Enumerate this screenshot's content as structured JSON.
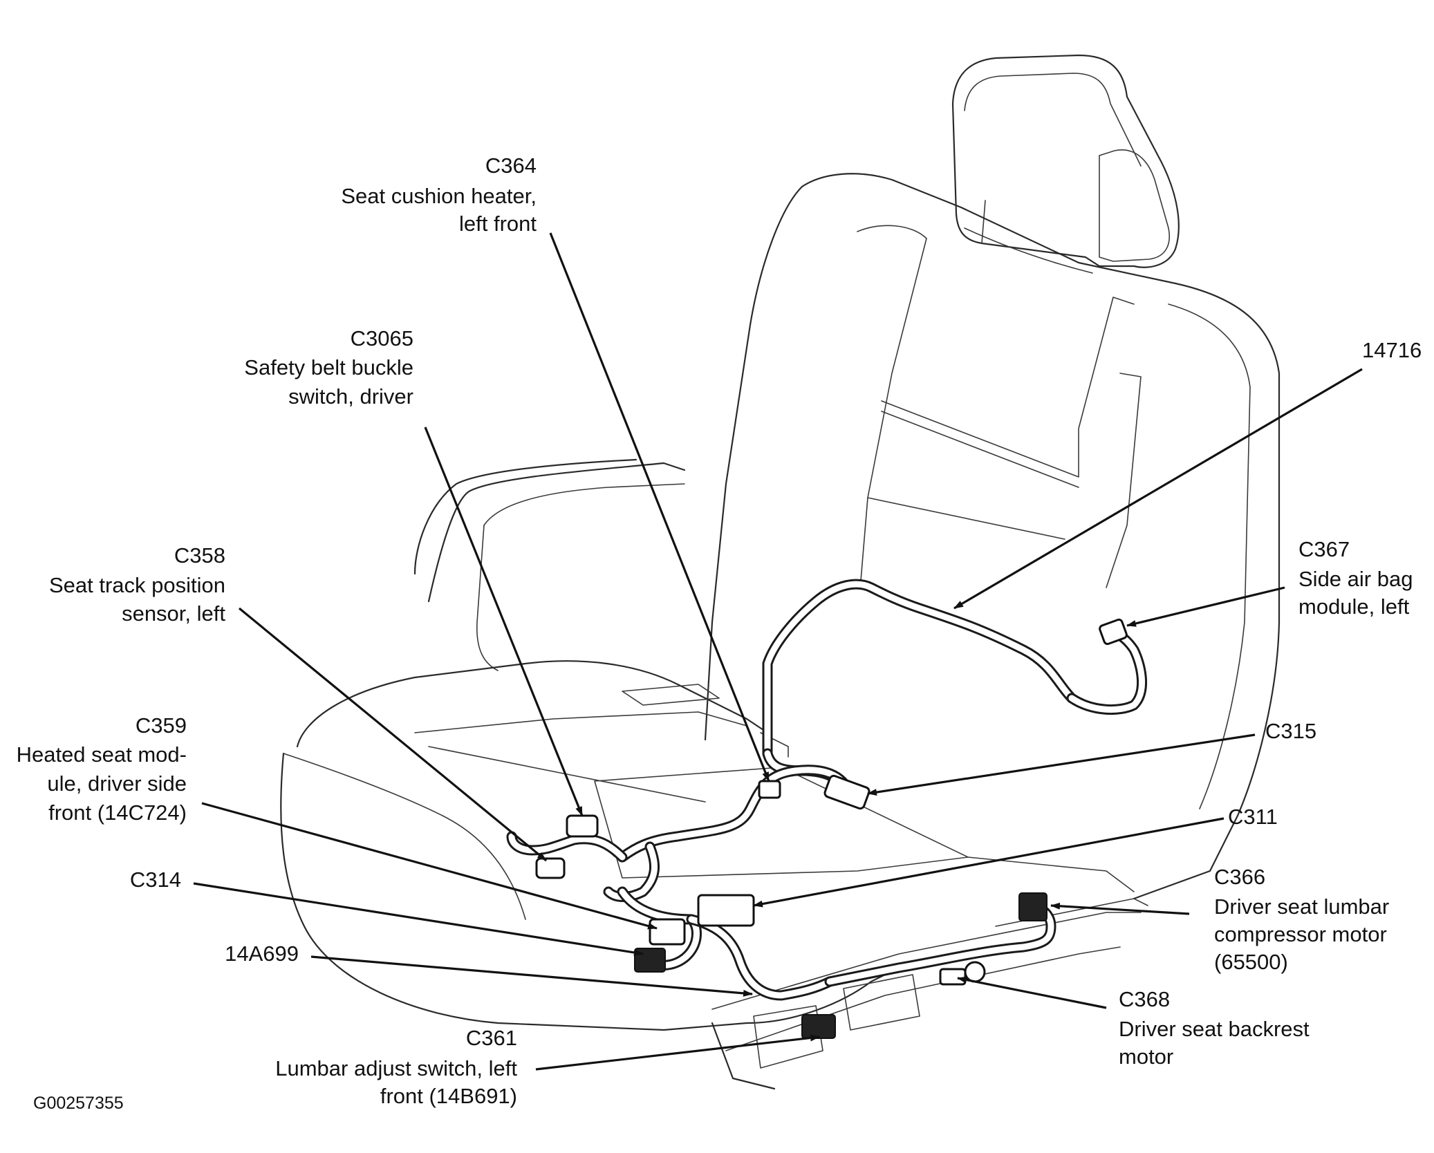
{
  "figure_id": "G00257355",
  "callouts": {
    "c364": {
      "code": "C364",
      "line1": "Seat cushion heater,",
      "line2": "left front"
    },
    "c3065": {
      "code": "C3065",
      "line1": "Safety belt buckle",
      "line2": "switch, driver"
    },
    "c358": {
      "code": "C358",
      "line1": "Seat track position",
      "line2": "sensor, left"
    },
    "c359": {
      "code": "C359",
      "line1": "Heated seat mod-",
      "line2": "ule, driver side",
      "line3": "front (14C724)"
    },
    "c314": {
      "code": "C314"
    },
    "h14a699": {
      "code": "14A699"
    },
    "c361": {
      "code": "C361",
      "line1": "Lumbar adjust switch, left",
      "line2": "front (14B691)"
    },
    "h14716": {
      "code": "14716"
    },
    "c367": {
      "code": "C367",
      "line1": "Side air bag",
      "line2": "module, left"
    },
    "c315": {
      "code": "C315"
    },
    "c311": {
      "code": "C311"
    },
    "c366": {
      "code": "C366",
      "line1": "Driver seat lumbar",
      "line2": "compressor motor",
      "line3": "(65500)"
    },
    "c368": {
      "code": "C368",
      "line1": "Driver seat backrest",
      "line2": "motor"
    }
  }
}
